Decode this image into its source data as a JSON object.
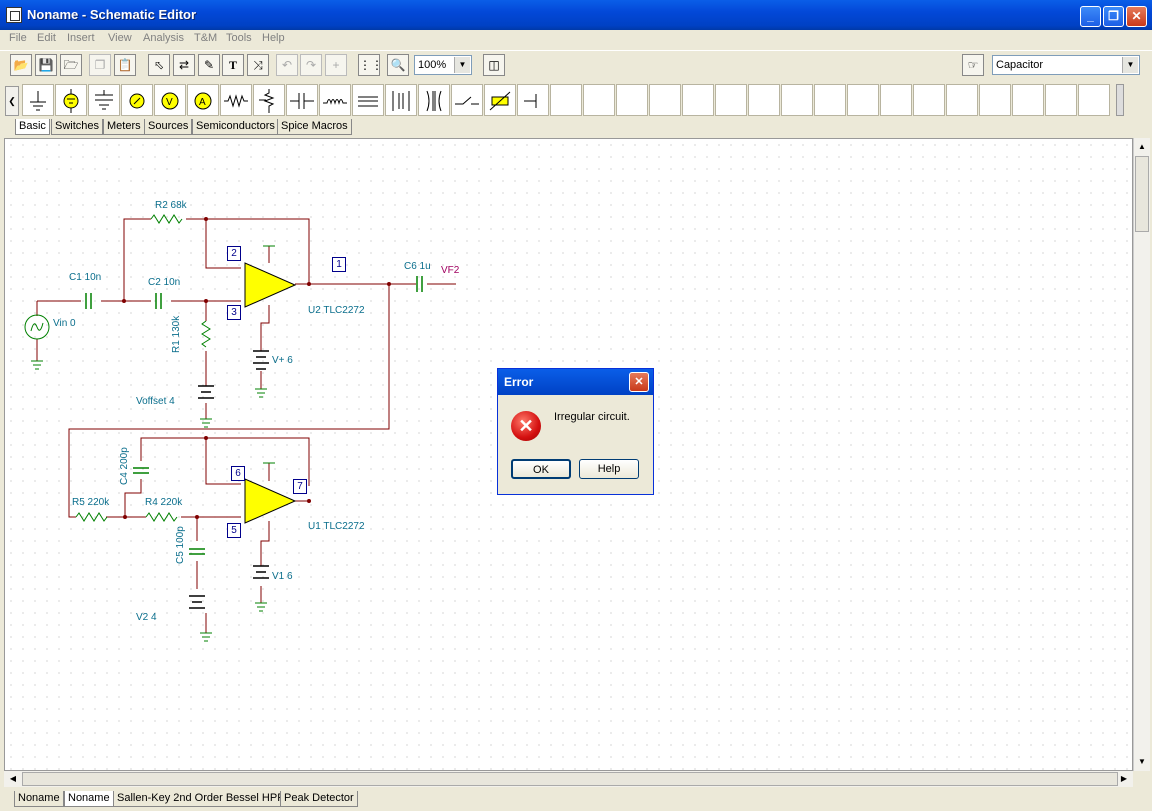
{
  "window": {
    "title": "Noname - Schematic Editor",
    "min": "_",
    "max": "❐",
    "close": "✕"
  },
  "menu": [
    "File",
    "Edit",
    "Insert",
    "View",
    "Analysis",
    "T&M",
    "Tools",
    "Help"
  ],
  "toolbar": {
    "zoom": "100%",
    "component": "Capacitor"
  },
  "part_tabs": [
    "Basic",
    "Switches",
    "Meters",
    "Sources",
    "Semiconductors",
    "Spice Macros"
  ],
  "doc_tabs": [
    "Noname",
    "Noname",
    "Sallen-Key 2nd Order Bessel HPF",
    "Peak Detector"
  ],
  "schematic": {
    "labels": {
      "r2": "R2 68k",
      "c1": "C1 10n",
      "c2": "C2 10n",
      "r1": "R1 130k",
      "vin": "Vin 0",
      "voffset": "Voffset 4",
      "u2": "U2 TLC2272",
      "vplus": "V+ 6",
      "c6": "C6 1u",
      "vf2": "VF2",
      "c4": "C4 200p",
      "r5": "R5 220k",
      "r4": "R4 220k",
      "c5": "C5 100p",
      "v2": "V2 4",
      "u1": "U1 TLC2272",
      "v1": "V1 6"
    },
    "pins": {
      "p1": "1",
      "p2": "2",
      "p3": "3",
      "p5": "5",
      "p6": "6",
      "p7": "7"
    }
  },
  "dialog": {
    "title": "Error",
    "message": "Irregular circuit.",
    "ok": "OK",
    "help": "Help"
  },
  "colors": {
    "titlebar": "#0348d8",
    "wire": "#800000",
    "opamp": "#ffff00",
    "label": "#0a6e8c"
  }
}
